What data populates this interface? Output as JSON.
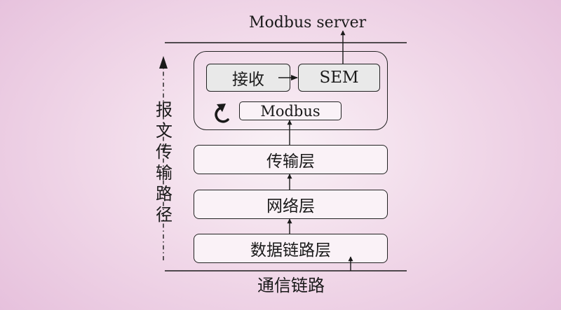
{
  "server_label": "Modbus server",
  "link_label": "通信链路",
  "path_label_chars": [
    "报",
    "文",
    "传",
    "输",
    "路",
    "径"
  ],
  "container": {
    "receive_label": "接收",
    "sem_label": "SEM",
    "modbus_label": "Modbus"
  },
  "layers": {
    "transport_label": "传输层",
    "network_label": "网络层",
    "datalink_label": "数据链路层"
  },
  "colors": {
    "background_center": "#f9f1f6",
    "background_edge": "#e5bedb",
    "stroke": "#222222",
    "sub_box_fill": "#e9e9e9"
  }
}
